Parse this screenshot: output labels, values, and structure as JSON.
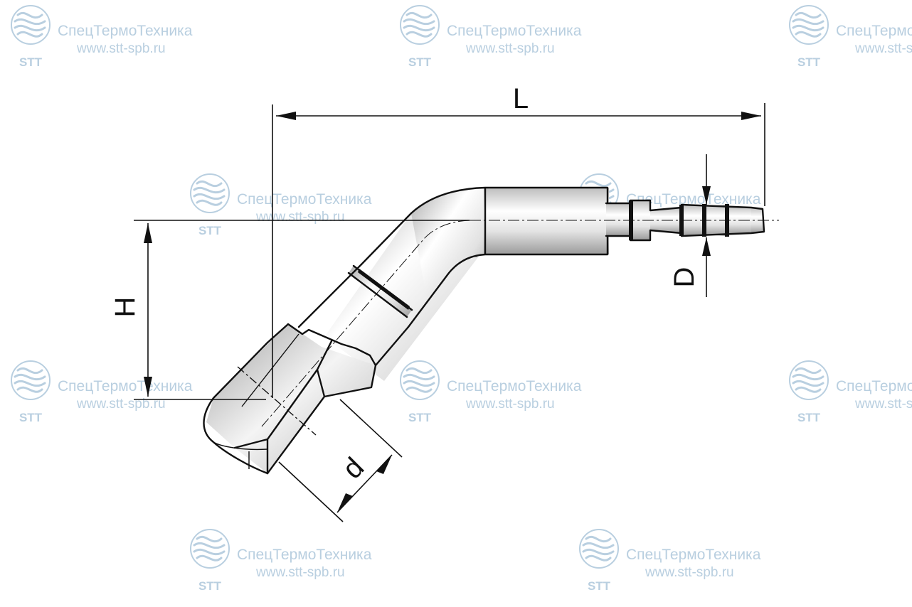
{
  "watermark": {
    "company": "СпецТермоТехника",
    "site": "www.stt-spb.ru",
    "logo_text": "STT",
    "color": "#b9cfe0"
  },
  "dimensions": {
    "length": "L",
    "height": "H",
    "outer_diameter": "D",
    "inner_diameter": "d"
  },
  "colors": {
    "line": "#111111",
    "metal_light": "#ffffff",
    "metal_mid": "#d6d6d6",
    "metal_dark": "#a8a8a8"
  }
}
